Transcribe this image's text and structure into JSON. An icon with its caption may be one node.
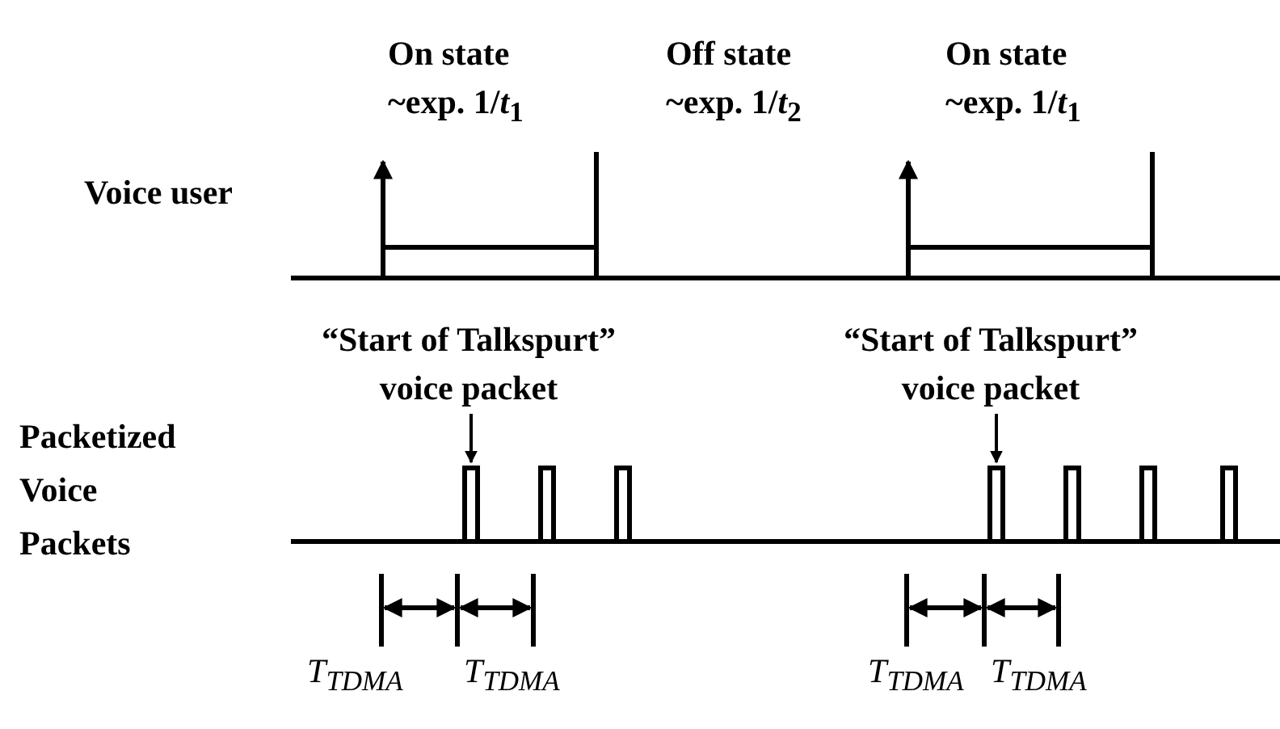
{
  "diagram": {
    "nodes": [
      {
        "text": [
          "“Start of Talkspurt” voice packet"
        ]
      },
      {
        "text": [],
        "shape": "box"
      },
      {
        "text": [
          "“Start of Talkspurt” voice packet"
        ]
      },
      {
        "text": [],
        "shape": "box"
      }
    ],
    "edges": [
      {
        "from": 0,
        "to": 1,
        "arrow": "to"
      },
      {
        "from": 2,
        "to": 3,
        "arrow": "to"
      }
    ],
    "labels": [
      "On state",
      "~exp. 1/*t*$_{1}$",
      "Off state",
      "~exp. 1/*t*$_{2}$",
      "On state",
      "~exp. 1/*t*$_{1}$",
      "Voice user",
      "Packetized Voice Packets",
      "T$_{TDMA}$",
      "T$_{TDMA}$",
      "T$_{TDMA}$",
      "T$_{TDMA}$"
    ]
  }
}
